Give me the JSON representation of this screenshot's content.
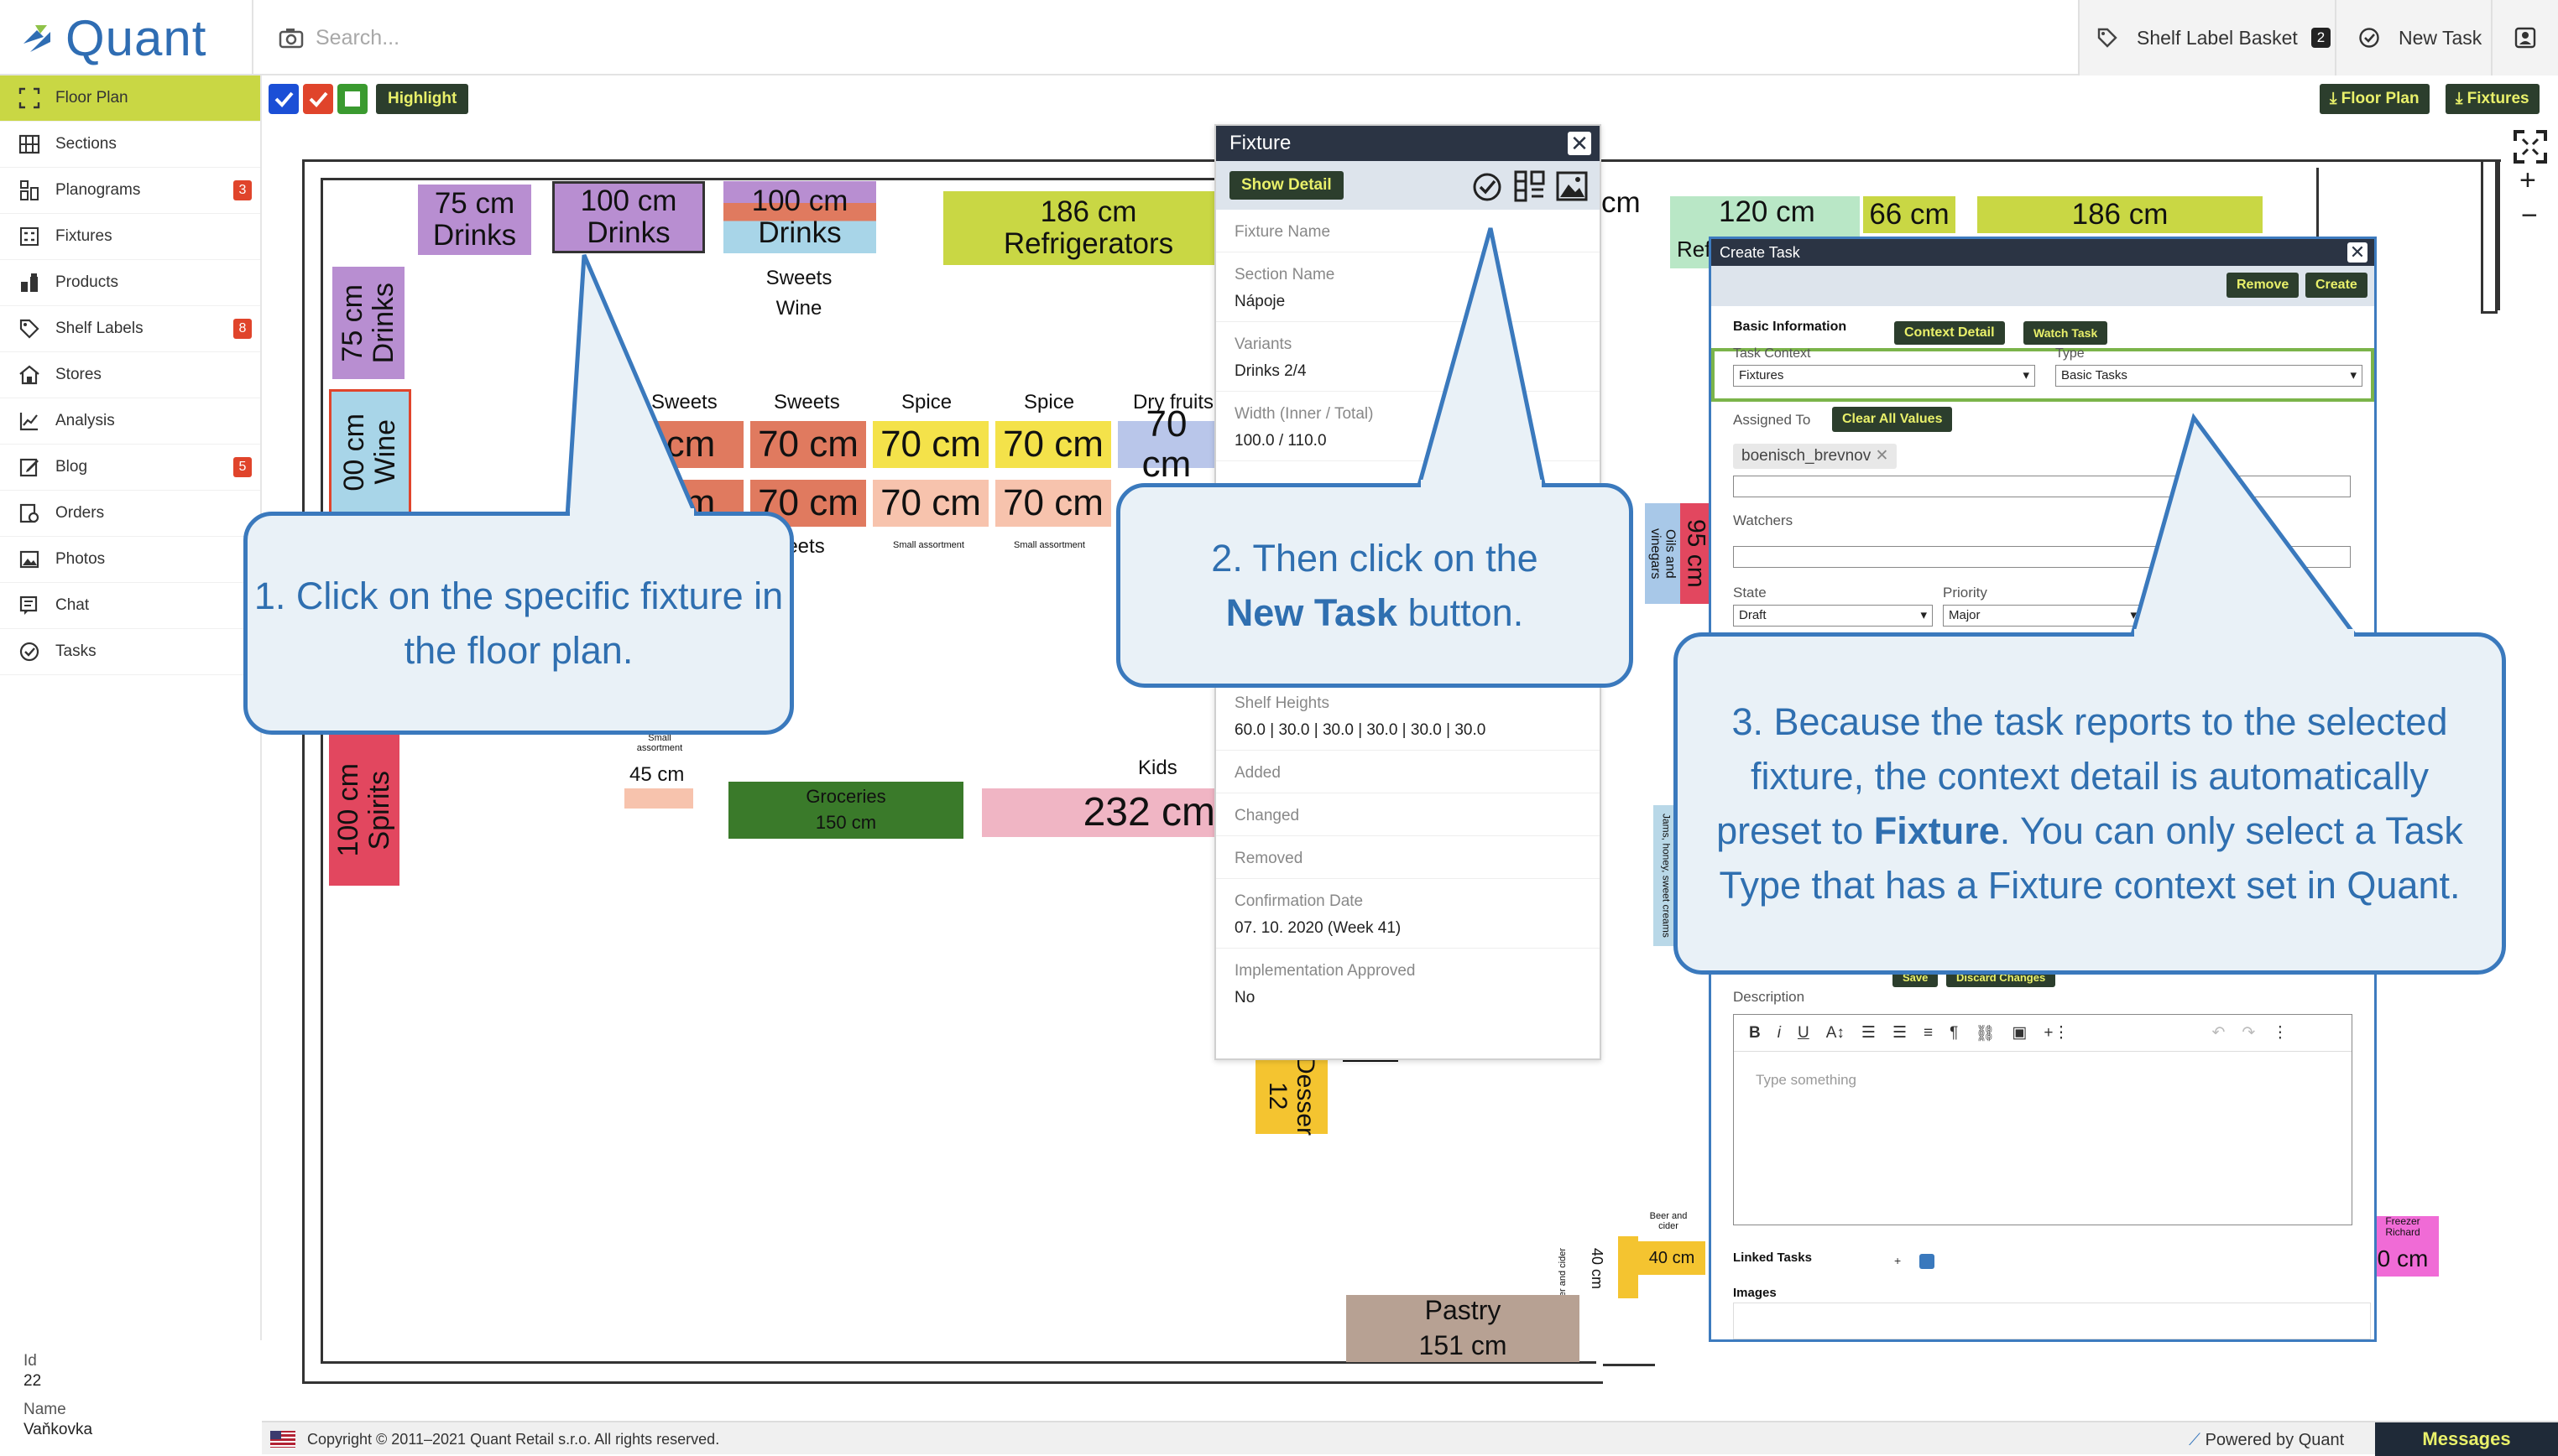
{
  "header": {
    "logo_text": "Quant",
    "search_placeholder": "Search...",
    "shelf_label_basket": "Shelf Label Basket",
    "basket_count": "2",
    "new_task": "New Task"
  },
  "toolbar": {
    "highlight": "Highlight",
    "floor_plan_download": "⤓ Floor Plan",
    "fixtures_download": "⤓ Fixtures"
  },
  "sidebar": {
    "items": [
      {
        "label": "Floor Plan",
        "icon": "floorplan-icon"
      },
      {
        "label": "Sections",
        "icon": "sections-icon"
      },
      {
        "label": "Planograms",
        "icon": "planograms-icon",
        "badge": "3"
      },
      {
        "label": "Fixtures",
        "icon": "fixtures-icon"
      },
      {
        "label": "Products",
        "icon": "products-icon"
      },
      {
        "label": "Shelf Labels",
        "icon": "tag-icon",
        "badge": "8"
      },
      {
        "label": "Stores",
        "icon": "stores-icon"
      },
      {
        "label": "Analysis",
        "icon": "analysis-icon"
      },
      {
        "label": "Blog",
        "icon": "blog-icon",
        "badge": "5"
      },
      {
        "label": "Orders",
        "icon": "orders-icon"
      },
      {
        "label": "Photos",
        "icon": "photos-icon"
      },
      {
        "label": "Chat",
        "icon": "chat-icon"
      },
      {
        "label": "Tasks",
        "icon": "tasks-icon"
      }
    ],
    "id_label": "Id",
    "id_value": "22",
    "name_label": "Name",
    "name_value": "Vaňkovka"
  },
  "floor": {
    "f1a": "75 cm",
    "f1b": "Drinks",
    "f2a": "100 cm",
    "f2b": "Drinks",
    "f3a": "100 cm",
    "f3b": "Drinks",
    "sweets_wine_a": "Sweets",
    "sweets_wine_b": "Wine",
    "f4a": "186 cm",
    "f4b": "Refrigerators",
    "cm_frag": "cm",
    "f5a": "120 cm",
    "f5b": "Ref",
    "f6": "66 cm",
    "f7": "186 cm",
    "v1a": "75 cm",
    "v1b": "Drinks",
    "v2a": "00 cm",
    "v2b": "Wine",
    "v3a": "100 cm",
    "v3b": "Spirits",
    "c_sweets1": "Sweets",
    "c_sweets2": "Sweets",
    "c_spice1": "Spice",
    "c_spice2": "Spice",
    "c_dry": "Dry fruits",
    "r1a": "cm",
    "r1b": "70 cm",
    "r1c": "70 cm",
    "r1d": "70 cm",
    "r1e": "70 cm",
    "r2a": "cm",
    "r2b": "70 cm",
    "r2c": "70 cm",
    "r2d": "70 cm",
    "weets": "weets",
    "small1": "Small assortment",
    "small2": "Small assortment",
    "small3": "Small assortment",
    "f45": "45 cm",
    "groceries_a": "Groceries",
    "groceries_b": "150 cm",
    "kids": "Kids",
    "f232": "232 cm",
    "oils": "Oils and vinegars",
    "f95": "95 cm",
    "jams": "Jams, honey, sweet creams",
    "dess_a": "12",
    "dess_b": "Desser",
    "beer1": "Beer and cider",
    "beer2": "Beer and cider",
    "f40a": "40 cm",
    "f40b": "40 cm",
    "pastry_a": "Pastry",
    "pastry_b": "151 cm",
    "freezer": "Freezer Richard",
    "f_0cm": "0 cm"
  },
  "fixture_panel": {
    "title": "Fixture",
    "show_detail": "Show Detail",
    "fixture_name_label": "Fixture Name",
    "section_name_label": "Section Name",
    "section_name_value": "Nápoje",
    "variants_label": "Variants",
    "variants_value": "Drinks 2/4",
    "width_label": "Width (Inner / Total)",
    "width_value": "100.0 / 110.0",
    "shelf_heights_label": "Shelf Heights",
    "shelf_heights_value": "60.0 | 30.0 | 30.0 | 30.0 | 30.0 | 30.0",
    "added_label": "Added",
    "changed_label": "Changed",
    "removed_label": "Removed",
    "confirmation_label": "Confirmation Date",
    "confirmation_value": "07. 10. 2020 (Week 41)",
    "impl_label": "Implementation Approved",
    "impl_value": "No"
  },
  "create_task": {
    "title": "Create Task",
    "remove": "Remove",
    "create": "Create",
    "basic_info": "Basic Information",
    "context_detail": "Context Detail",
    "watch_task": "Watch Task",
    "task_context_label": "Task Context",
    "task_context_value": "Fixtures",
    "type_label": "Type",
    "type_value": "Basic Tasks",
    "assigned_label": "Assigned To",
    "clear_all": "Clear All Values",
    "assignee": "boenisch_brevnov",
    "watchers_label": "Watchers",
    "state_label": "State",
    "state_value": "Draft",
    "priority_label": "Priority",
    "priority_value": "Major",
    "save": "Save",
    "discard": "Discard Changes",
    "description_label": "Description",
    "editor_placeholder": "Type something",
    "linked_tasks": "Linked Tasks",
    "images": "Images"
  },
  "callouts": {
    "c1": "1. Click on the specific fixture in the floor plan.",
    "c2_pre": "2. Then click on the",
    "c2_bold": "New Task",
    "c2_post": "button.",
    "c3_pre": "3. Because the task reports to the selected fixture, the context detail is automatically preset to",
    "c3_bold": "Fixture",
    "c3_post": ". You can only select a Task Type that has a Fixture context set in Quant."
  },
  "footer": {
    "copyright": "Copyright © 2011–2021 Quant Retail s.r.o. All rights reserved.",
    "powered": "Powered by Quant",
    "messages": "Messages"
  },
  "colors": {
    "accent": "#c9d744",
    "dark_button": "#2c3e2d",
    "callout_border": "#3a79bd",
    "callout_bg": "#e9f1f7"
  }
}
